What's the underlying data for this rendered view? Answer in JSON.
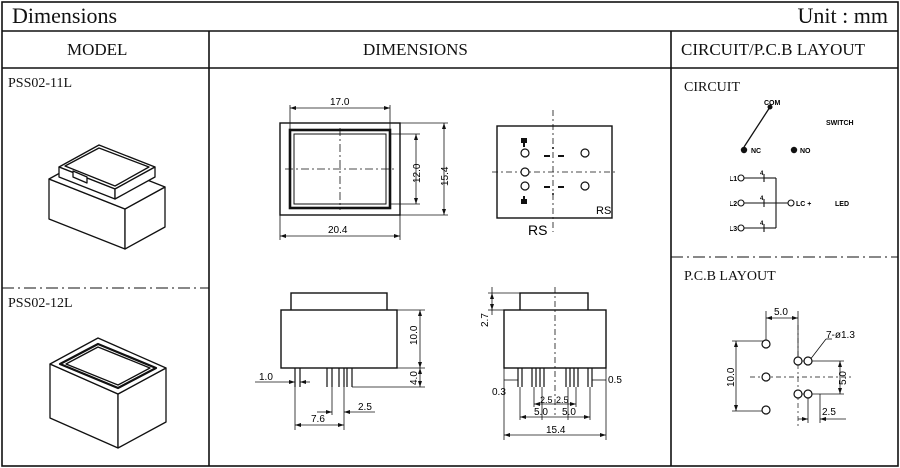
{
  "header": {
    "title": "Dimensions",
    "unit": "Unit : mm"
  },
  "columns": {
    "model": "MODEL",
    "dimensions": "DIMENSIONS",
    "circuit": "CIRCUIT/P.C.B LAYOUT"
  },
  "models": [
    {
      "name": "PSS02-11L"
    },
    {
      "name": "PSS02-12L"
    }
  ],
  "top_view": {
    "width_top": "17.0",
    "height_inner": "12.0",
    "height_outer": "15.4",
    "width_bottom": "20.4"
  },
  "rs_view": {
    "label_inside": "RS",
    "label_below": "RS"
  },
  "side_view": {
    "height_body": "10.0",
    "pin_length": "4.0",
    "pin_width": "1.0",
    "pin_gap": "2.5",
    "pin_span": "7.6"
  },
  "front_view": {
    "step": "2.7",
    "left_offset": "0.3",
    "right_offset": "0.5",
    "pitch_a": "2.5",
    "pitch_b": "2.5",
    "pitch_c": "5.0",
    "pitch_d": "5.0",
    "total": "15.4"
  },
  "circuit": {
    "title": "CIRCUIT",
    "com": "COM",
    "switch": "SWITCH",
    "nc": "NC",
    "no": "NO",
    "l1": "L1",
    "l2": "L2",
    "l3": "L3",
    "lc": "LC +",
    "led": "LED",
    "n1": "4",
    "n2": "4",
    "n3": "4"
  },
  "pcb": {
    "title": "P.C.B LAYOUT",
    "dim_top": "5.0",
    "holes": "7-ø1.3",
    "dim_left": "10.0",
    "dim_right": "5.0",
    "dim_bottom": "2.5"
  }
}
